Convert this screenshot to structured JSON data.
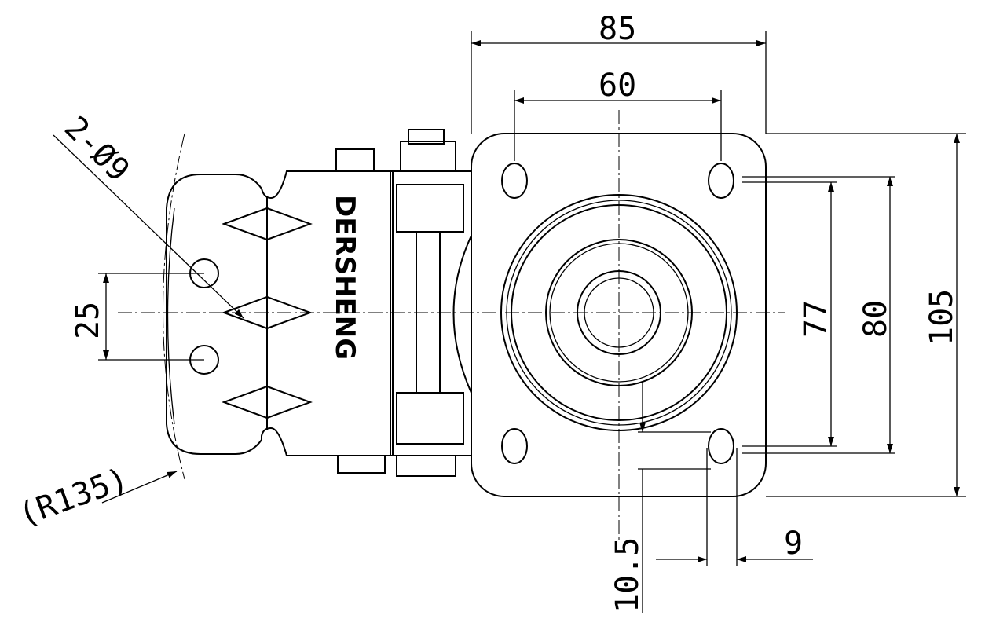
{
  "drawing": {
    "brand": "DERSHENG",
    "dimensions": {
      "plate_width": "85",
      "hole_spacing_x": "60",
      "plate_height": "105",
      "slot_outer": "80",
      "slot_inner": "77",
      "hole_offset": "10.5",
      "hole_diameter": "9",
      "brake_holes": "2-Ø9",
      "brake_hole_spacing": "25",
      "brake_radius": "(R135)"
    }
  }
}
